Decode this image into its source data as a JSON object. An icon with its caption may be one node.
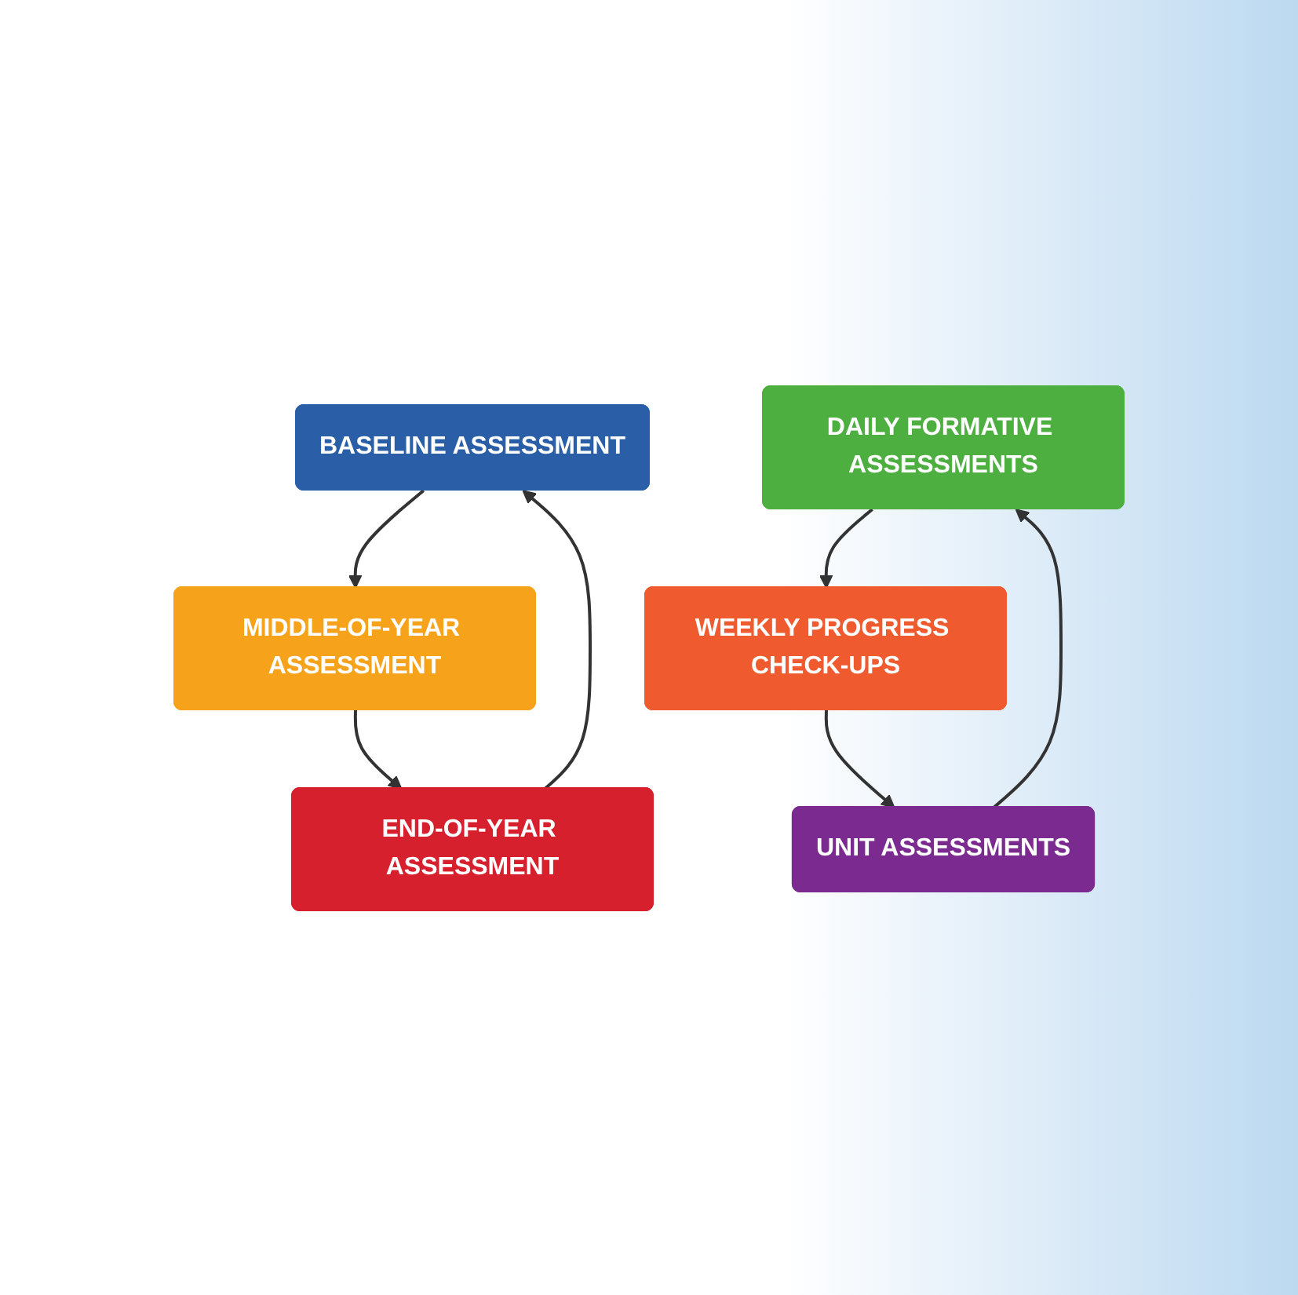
{
  "diagram": {
    "nodes": [
      {
        "text": [
          "BASELINE ASSESSMENT"
        ]
      },
      {
        "text": [
          "MIDDLE-OF-YEAR ASSESSMENT"
        ]
      },
      {
        "text": [
          "END-OF-YEAR ASSESSMENT"
        ]
      },
      {
        "text": [
          "DAILY FORMATIVE ASSESSMENTS"
        ]
      },
      {
        "text": [
          "WEEKLY PROGRESS CHECK-UPS"
        ]
      },
      {
        "text": [
          "UNIT ASSESSMENTS"
        ]
      }
    ],
    "edges": [
      {
        "from": 0,
        "to": 1,
        "arrow": "to"
      },
      {
        "from": 1,
        "to": 2,
        "arrow": "to"
      },
      {
        "from": 2,
        "to": 0,
        "arrow": "to"
      },
      {
        "from": 3,
        "to": 4,
        "arrow": "to"
      },
      {
        "from": 4,
        "to": 5,
        "arrow": "to"
      },
      {
        "from": 5,
        "to": 3,
        "arrow": "to"
      }
    ]
  }
}
